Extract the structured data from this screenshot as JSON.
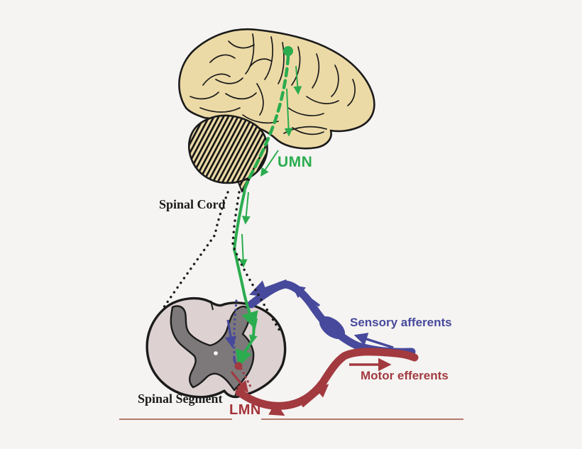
{
  "figure": {
    "name": "upper-and-lower-motor-neuron-pathway-diagram",
    "type": "anatomical-diagram"
  },
  "labels": {
    "umn": "UMN",
    "spinal_cord": "Spinal Cord",
    "spinal_segment": "Spinal Segment",
    "lmn": "LMN",
    "sensory_afferents": "Sensory afferents",
    "motor_efferents": "Motor efferents"
  },
  "colors": {
    "background": "#f5f4f2",
    "ink": "#1b1b1b",
    "brain_fill": "#ecdaa6",
    "umn_green": "#2bac4f",
    "sensory_blue": "#47499c",
    "motor_red": "#a23a40",
    "lmn_red": "#a4333a",
    "segment_fill": "#ddd1d1",
    "gray_matter": "#7d797a",
    "underline": "#a0523c"
  }
}
